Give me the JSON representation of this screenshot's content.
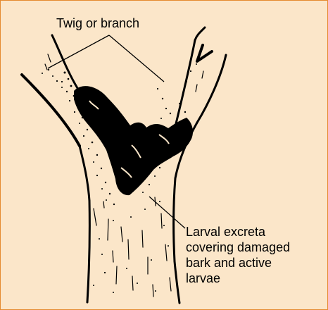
{
  "colors": {
    "background": "#fbe6c9",
    "border": "#e58a2e",
    "ink": "#000000"
  },
  "labels": {
    "twig": "Twig or branch",
    "excreta_lines": [
      "Larval excreta",
      "covering damaged",
      "bark and active",
      "larvae"
    ]
  }
}
